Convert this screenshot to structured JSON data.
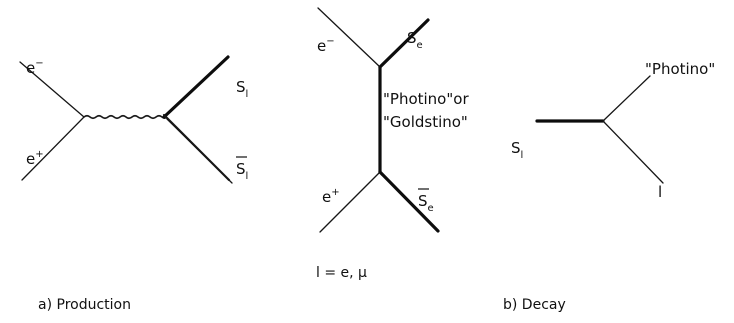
{
  "production": {
    "electron_label": "e",
    "electron_sup": "−",
    "positron_label": "e",
    "positron_sup": "+",
    "slepton_label": "S",
    "slepton_sub": "l",
    "antislepton_label": "S",
    "antislepton_sub": "l",
    "caption": "a) Production"
  },
  "exchange": {
    "electron_label": "e",
    "electron_sup": "−",
    "positron_label": "e",
    "positron_sup": "+",
    "selectron_label": "S",
    "selectron_sub": "e",
    "antiselectron_label": "S",
    "antiselectron_sub": "e",
    "mediator_line1": "\"Photino\"or",
    "mediator_line2": "\"Goldstino\"",
    "footnote": "l = e, μ"
  },
  "decay": {
    "slepton_label": "S",
    "slepton_sub": "l",
    "photino_label": "\"Photino\"",
    "lepton_label": "l",
    "caption": "b) Decay"
  }
}
